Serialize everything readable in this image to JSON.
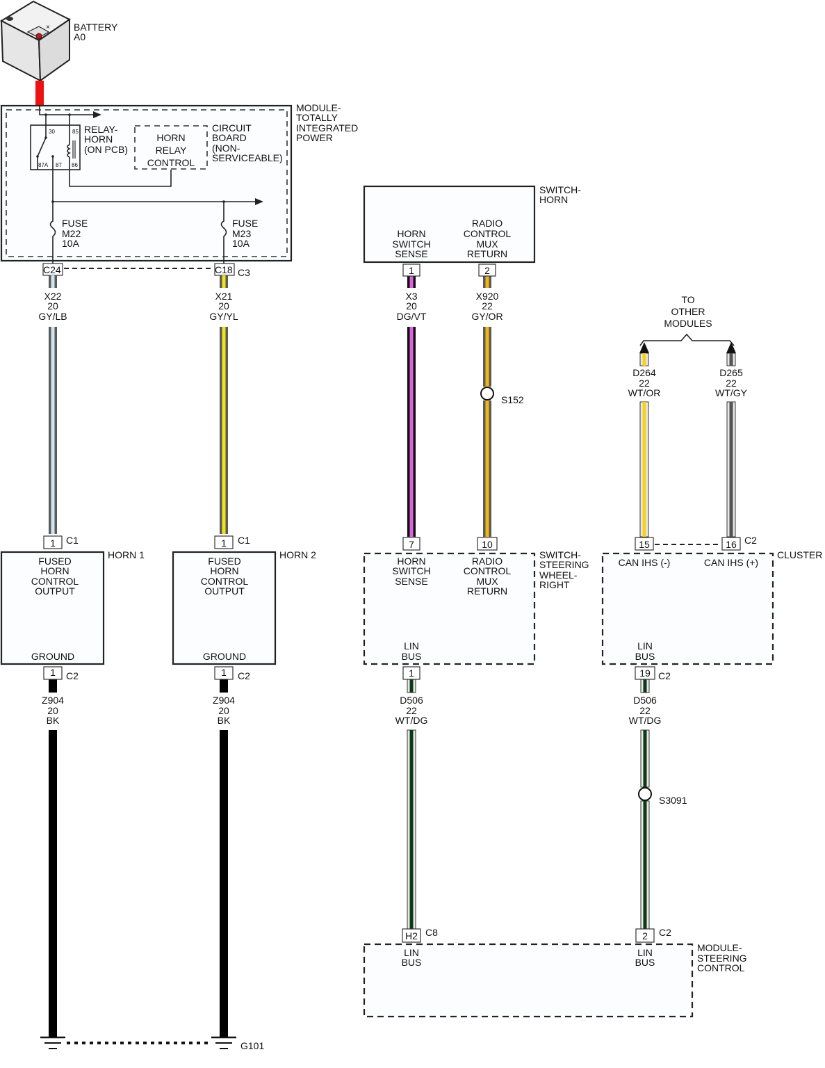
{
  "diagram": {
    "type": "automotive wiring schematic",
    "battery": {
      "name": "BATTERY",
      "id": "A0",
      "wire_color": "#ee1111"
    },
    "tipm": {
      "title_lines": [
        "MODULE-",
        "TOTALLY",
        "INTEGRATED",
        "POWER"
      ],
      "circuit_board_lines": [
        "CIRCUIT",
        "BOARD",
        "(NON-",
        "SERVICEABLE)"
      ],
      "relay_lines": [
        "RELAY-",
        "HORN",
        "(ON PCB)"
      ],
      "relay_pins": [
        "30",
        "85",
        "87A",
        "87",
        "86"
      ],
      "horn_relay_control_lines": [
        "HORN",
        "RELAY",
        "CONTROL"
      ],
      "fuses": [
        {
          "lines": [
            "FUSE",
            "M22",
            "10A"
          ]
        },
        {
          "lines": [
            "FUSE",
            "M23",
            "10A"
          ]
        }
      ],
      "connector_pins": [
        "C24",
        "C18"
      ],
      "connector_name": "C3"
    },
    "wires": {
      "x22": {
        "lines": [
          "X22",
          "20",
          "GY/LB"
        ],
        "base": "#5a5a5a",
        "stripe": "#cfe6ee"
      },
      "x21": {
        "lines": [
          "X21",
          "20",
          "GY/YL"
        ],
        "base": "#5a5a5a",
        "stripe": "#f0e21a"
      },
      "x3": {
        "lines": [
          "X3",
          "20",
          "DG/VT"
        ],
        "base": "#111111",
        "stripe": "#e060e0"
      },
      "x920": {
        "lines": [
          "X920",
          "22",
          "GY/OR"
        ],
        "base": "#5a5a5a",
        "stripe": "#f2b614"
      },
      "d264": {
        "lines": [
          "D264",
          "22",
          "WT/OR"
        ],
        "base": "#e8e8e8",
        "stripe": "#f7d21a"
      },
      "d265": {
        "lines": [
          "D265",
          "22",
          "WT/GY"
        ],
        "base": "#e8e8e8",
        "stripe": "#555555"
      },
      "z904_1": {
        "lines": [
          "Z904",
          "20",
          "BK"
        ],
        "base": "#000000",
        "stripe": "#000000"
      },
      "z904_2": {
        "lines": [
          "Z904",
          "20",
          "BK"
        ],
        "base": "#000000",
        "stripe": "#000000"
      },
      "d506_a": {
        "lines": [
          "D506",
          "22",
          "WT/DG"
        ],
        "base": "#e8e8e8",
        "stripe": "#0c3a12"
      },
      "d506_b": {
        "lines": [
          "D506",
          "22",
          "WT/DG"
        ],
        "base": "#e8e8e8",
        "stripe": "#0c3a12"
      }
    },
    "splices": {
      "s152": "S152",
      "s3091": "S3091"
    },
    "to_other_modules": [
      "TO",
      "OTHER",
      "MODULES"
    ],
    "horn_switch": {
      "title_lines": [
        "SWITCH-",
        "HORN"
      ],
      "pin1_lines": [
        "HORN",
        "SWITCH",
        "SENSE"
      ],
      "pin2_lines": [
        "RADIO",
        "CONTROL",
        "MUX",
        "RETURN"
      ],
      "pins": [
        "1",
        "2"
      ]
    },
    "horn1": {
      "title": "HORN 1",
      "top_lines": [
        "FUSED",
        "HORN",
        "CONTROL",
        "OUTPUT"
      ],
      "bottom": "GROUND",
      "pin_top": "1",
      "conn_top": "C1",
      "pin_bottom": "1",
      "conn_bottom": "C2"
    },
    "horn2": {
      "title": "HORN 2",
      "top_lines": [
        "FUSED",
        "HORN",
        "CONTROL",
        "OUTPUT"
      ],
      "bottom": "GROUND",
      "pin_top": "1",
      "conn_top": "C1",
      "pin_bottom": "1",
      "conn_bottom": "C2"
    },
    "swc_right": {
      "title_lines": [
        "SWITCH-",
        "STEERING",
        "WHEEL-",
        "RIGHT"
      ],
      "pin_a_lines": [
        "HORN",
        "SWITCH",
        "SENSE"
      ],
      "pin_b_lines": [
        "RADIO",
        "CONTROL",
        "MUX",
        "RETURN"
      ],
      "lin_lines": [
        "LIN",
        "BUS"
      ],
      "pins": [
        "7",
        "10",
        "1"
      ]
    },
    "cluster": {
      "title": "CLUSTER",
      "can_minus": "CAN IHS (-)",
      "can_plus": "CAN IHS (+)",
      "lin_lines": [
        "LIN",
        "BUS"
      ],
      "pins": [
        "15",
        "16",
        "19"
      ],
      "conn_top": "C2",
      "conn_bottom": "C2"
    },
    "sccm": {
      "title_lines": [
        "MODULE-",
        "STEERING",
        "CONTROL"
      ],
      "lin_a_lines": [
        "LIN",
        "BUS"
      ],
      "lin_b_lines": [
        "LIN",
        "BUS"
      ],
      "pins": [
        "H2",
        "2"
      ],
      "conns": [
        "C8",
        "C2"
      ]
    },
    "ground": {
      "id": "G101"
    }
  }
}
